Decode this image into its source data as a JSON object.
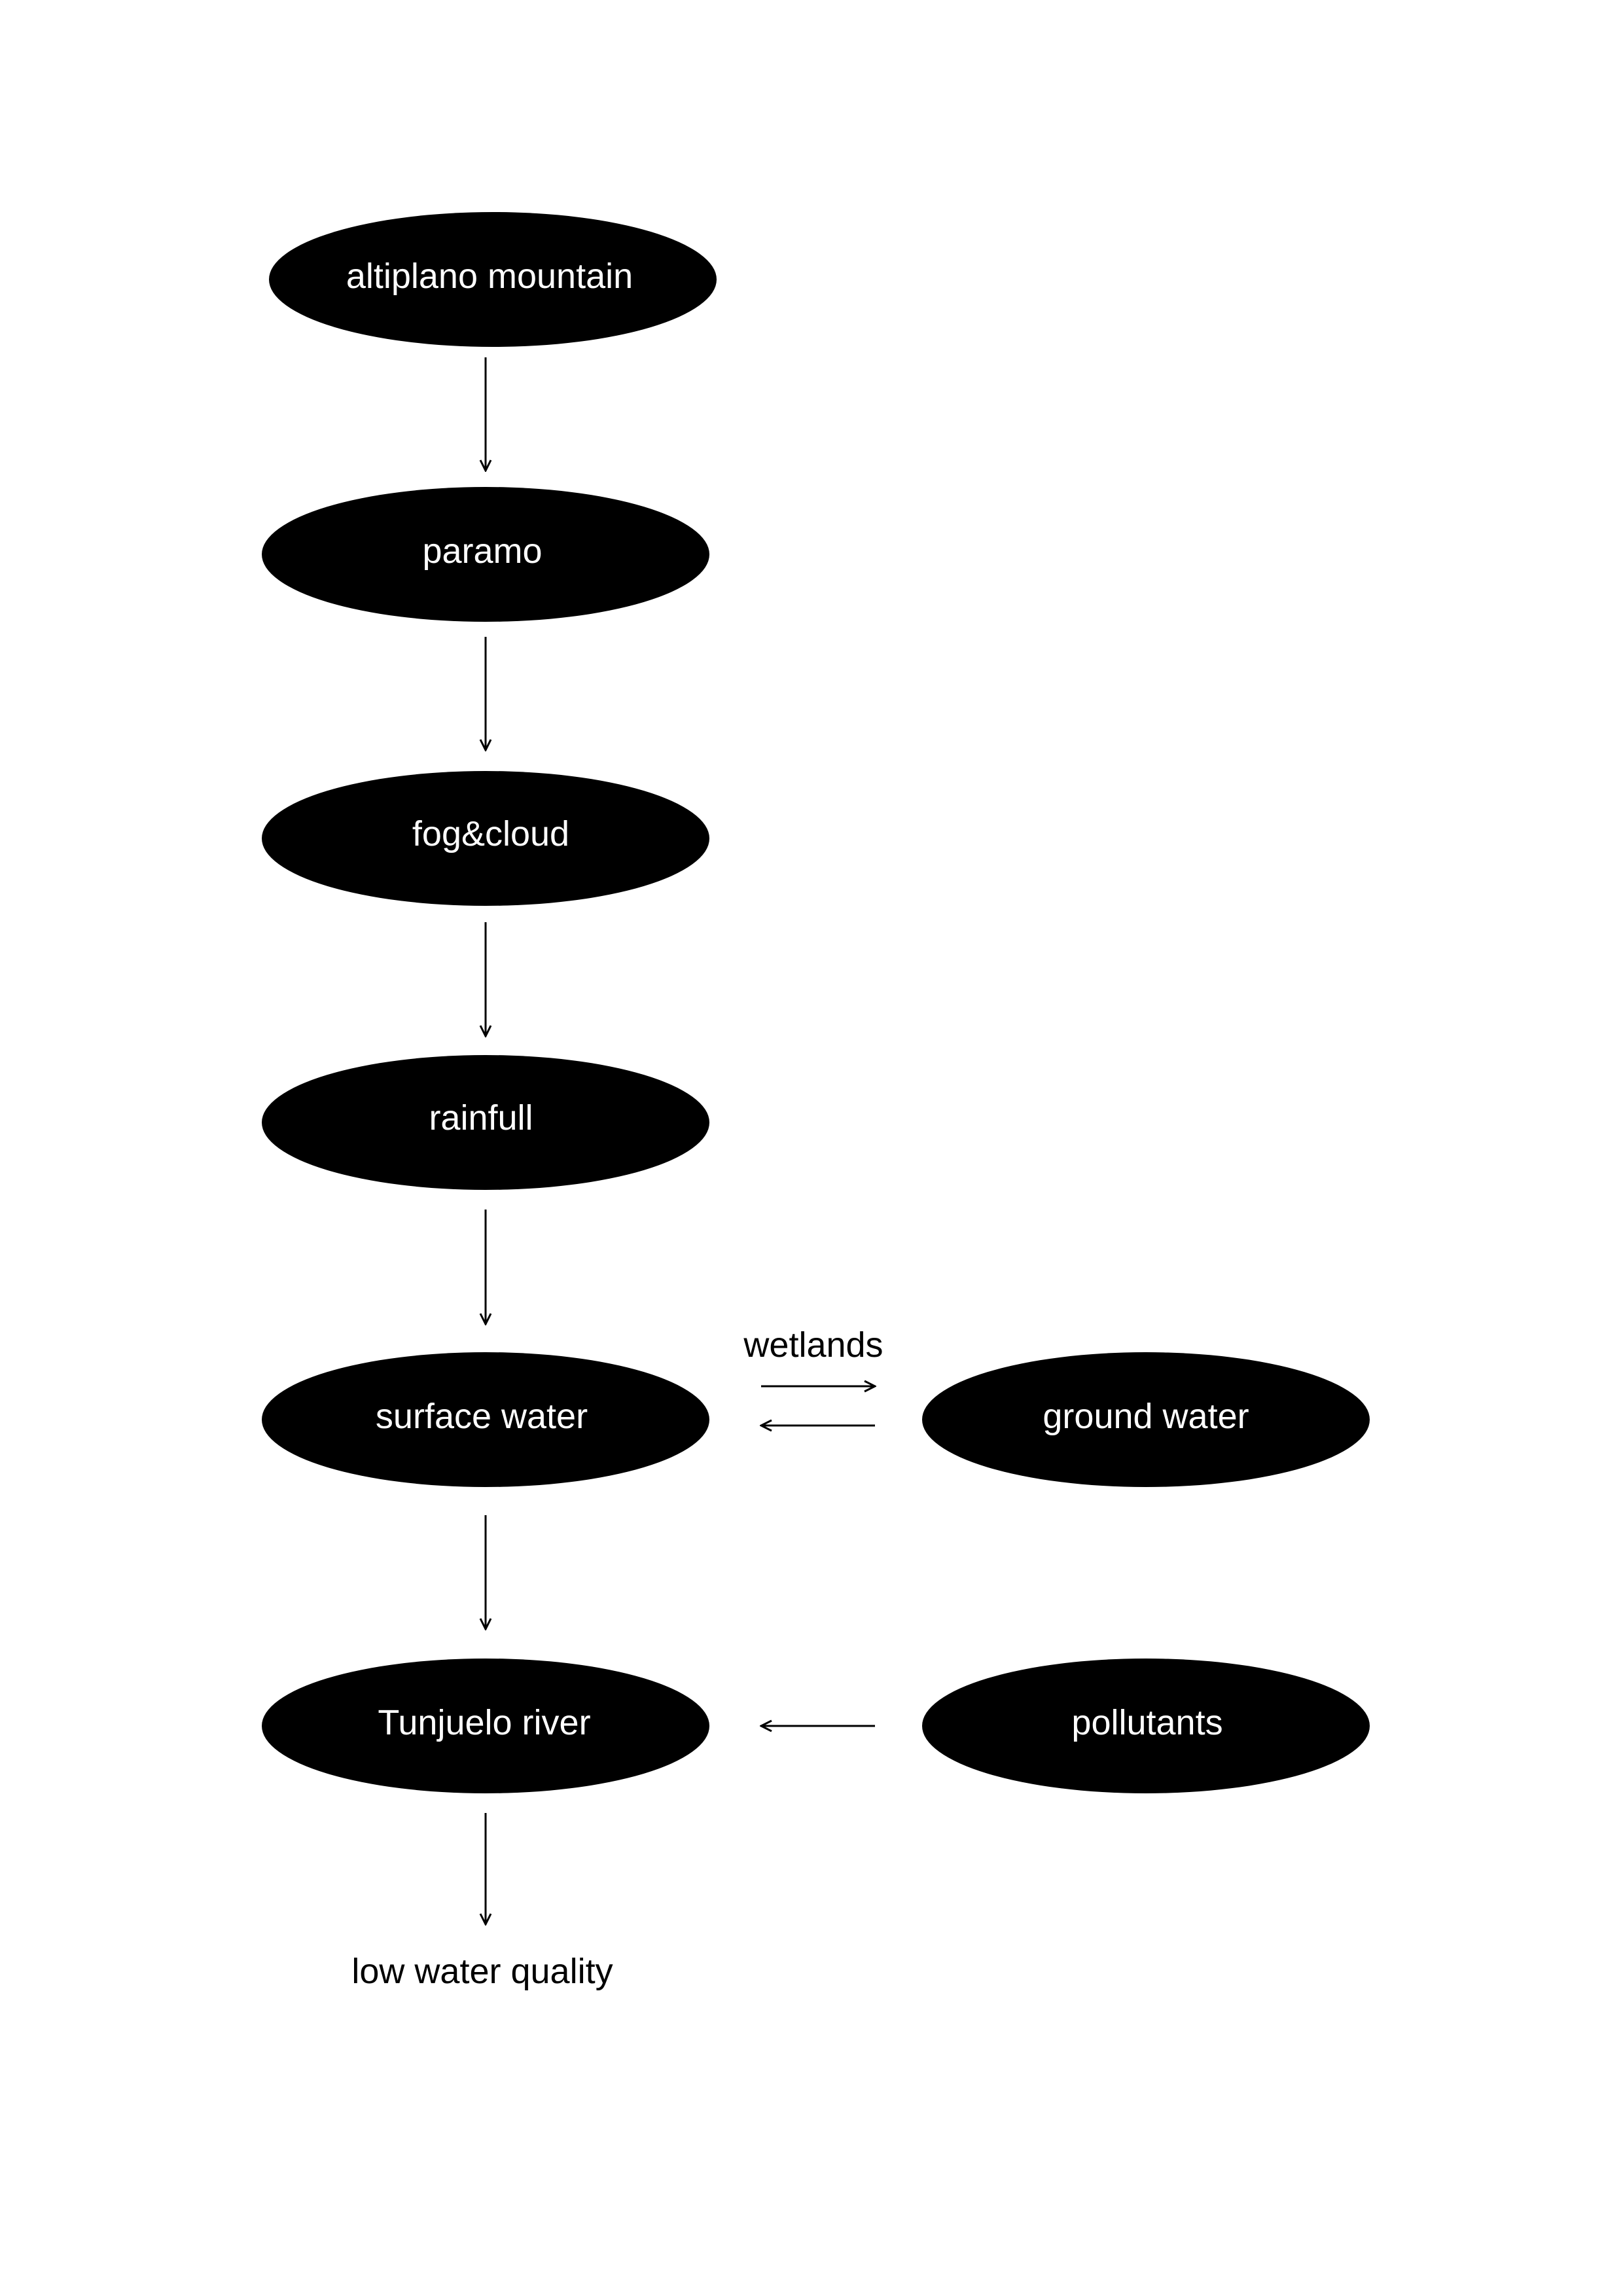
{
  "nodes": {
    "altiplano": "altiplano mountain",
    "paramo": "paramo",
    "fog": "fog&cloud",
    "rainfall": "rainfull",
    "surface": "surface water",
    "ground": "ground water",
    "river": "Tunjuelo river",
    "pollutants": "pollutants"
  },
  "labels": {
    "wetlands": "wetlands",
    "outcome": "low water quality"
  },
  "colors": {
    "node_fill": "#000000",
    "node_text": "#ffffff"
  }
}
